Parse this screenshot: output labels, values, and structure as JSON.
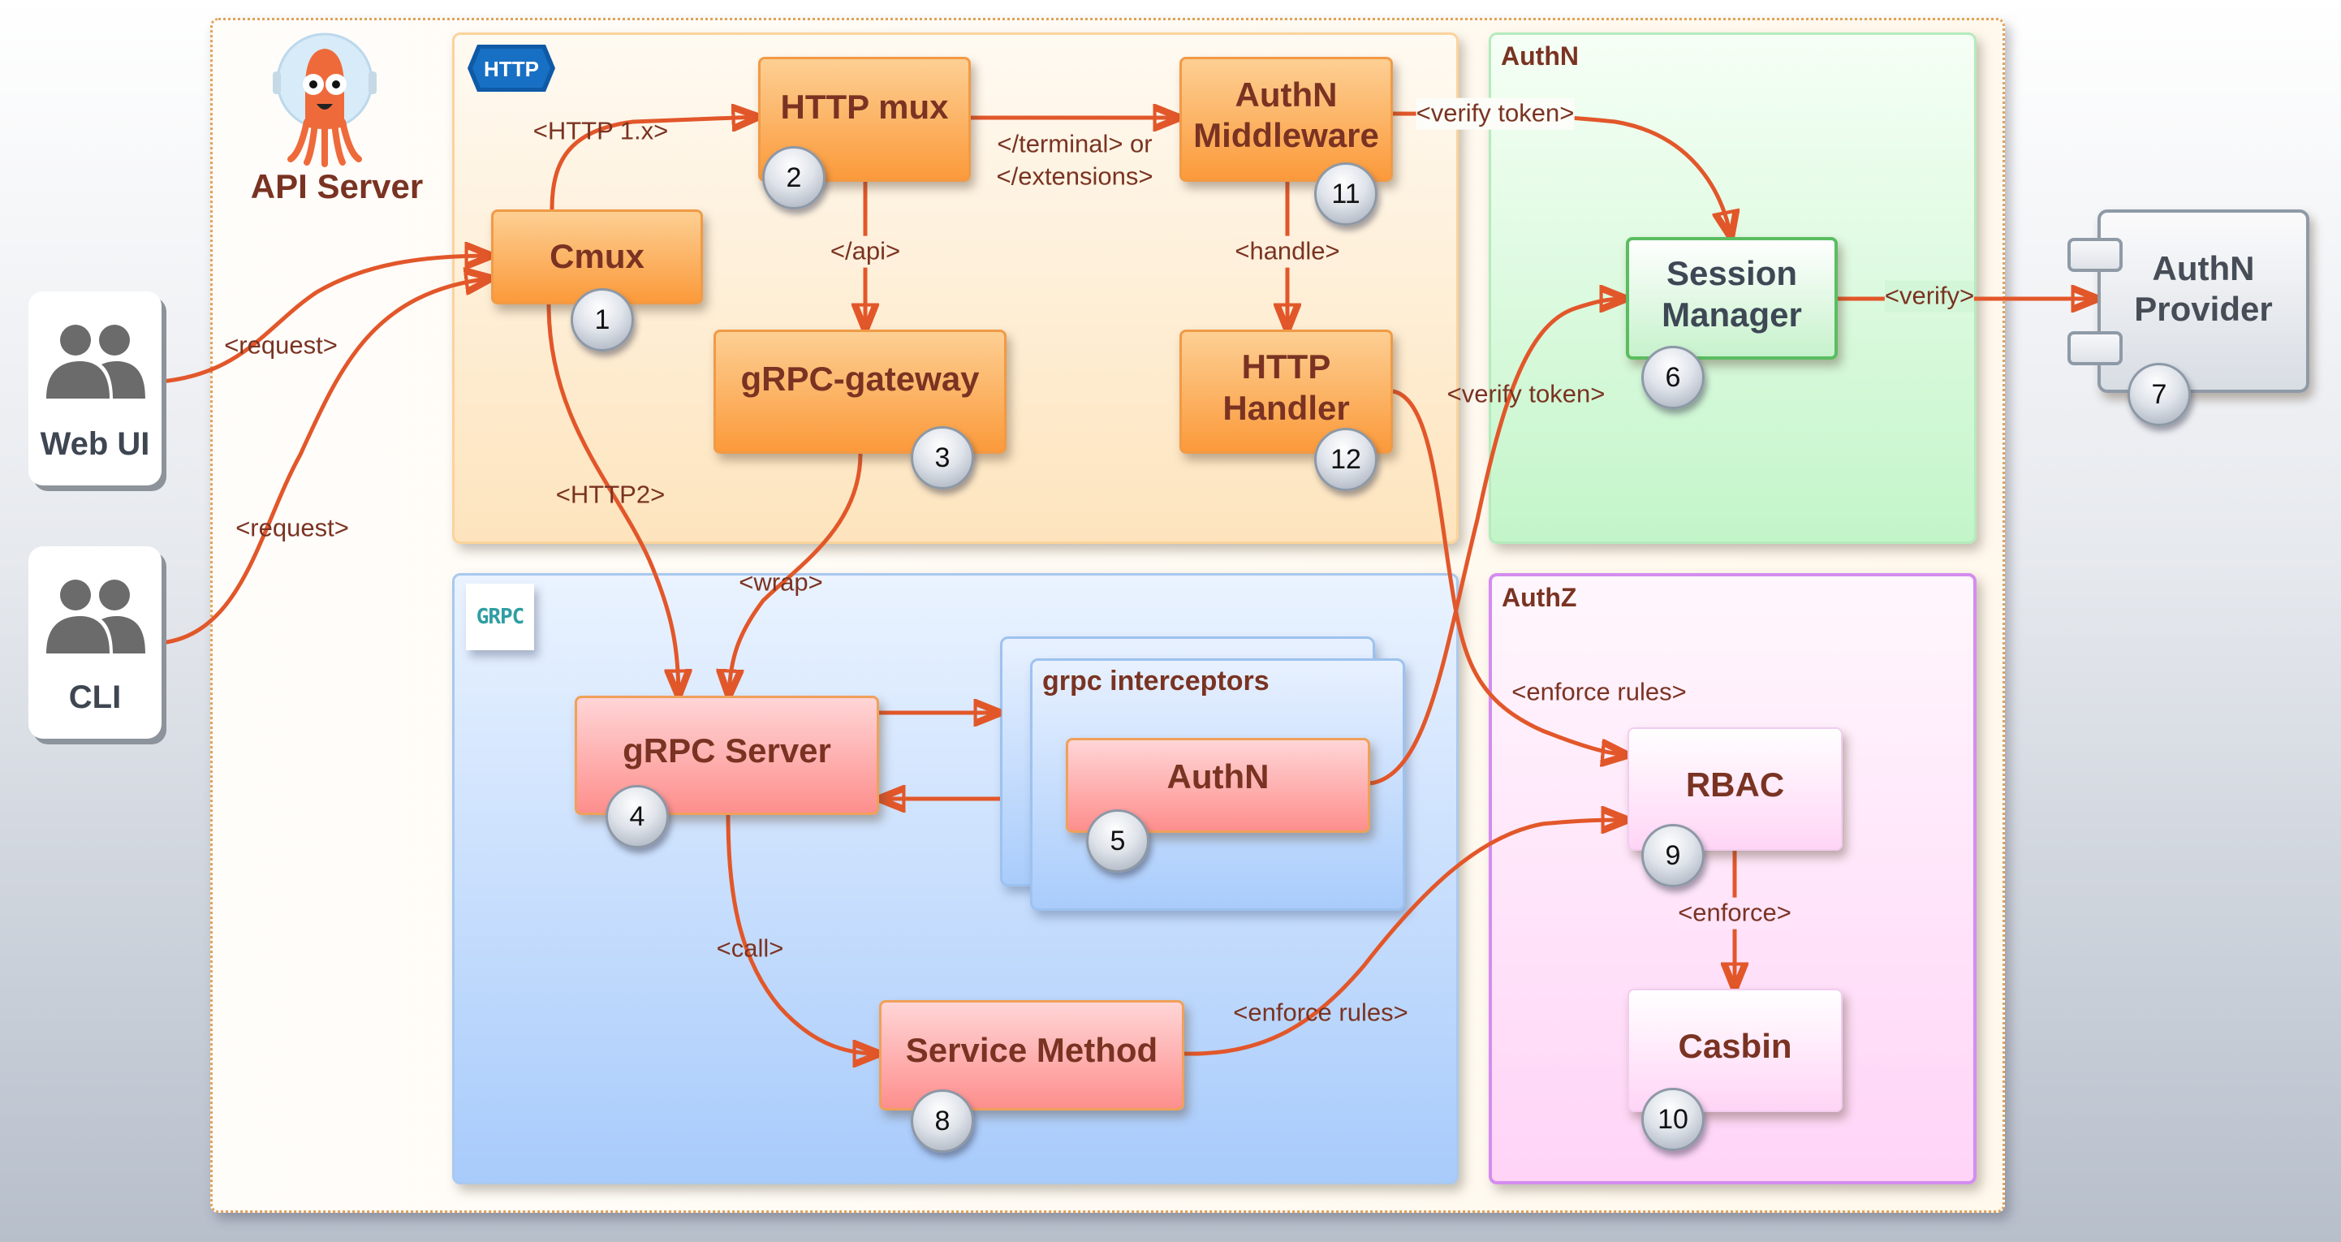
{
  "diagram": {
    "container_title": "API Server",
    "colors": {
      "arrow": "#e2572a",
      "label_text": "#7a3322",
      "http_panel": "#fde4bd",
      "grpc_panel": "#a8cbfb",
      "authn_panel": "#c3f5c9",
      "authz_panel": "#ffd4f7",
      "http_badge": "#0e5aa7",
      "grpc_logo": "#2e9ea2"
    },
    "panels": {
      "http": {
        "badge": "HTTP"
      },
      "grpc": {
        "logo": "GRPC"
      },
      "authn": {
        "title": "AuthN"
      },
      "authz": {
        "title": "AuthZ"
      }
    },
    "clients": [
      {
        "label": "Web UI",
        "icon": "users-icon"
      },
      {
        "label": "CLI",
        "icon": "users-icon"
      }
    ],
    "nodes": {
      "cmux": {
        "label": "Cmux",
        "step": "1"
      },
      "http_mux": {
        "label": "HTTP mux",
        "step": "2"
      },
      "grpc_gateway": {
        "label": "gRPC-gateway",
        "step": "3"
      },
      "grpc_server": {
        "label": "gRPC Server",
        "step": "4"
      },
      "interceptor_authn": {
        "label": "AuthN",
        "step": "5"
      },
      "session_manager": {
        "label_line1": "Session",
        "label_line2": "Manager",
        "step": "6"
      },
      "authn_provider": {
        "label_line1": "AuthN",
        "label_line2": "Provider",
        "step": "7"
      },
      "service_method": {
        "label": "Service Method",
        "step": "8"
      },
      "rbac": {
        "label": "RBAC",
        "step": "9"
      },
      "casbin": {
        "label": "Casbin",
        "step": "10"
      },
      "authn_middleware": {
        "label_line1": "AuthN",
        "label_line2": "Middleware",
        "step": "11"
      },
      "http_handler": {
        "label_line1": "HTTP",
        "label_line2": "Handler",
        "step": "12"
      }
    },
    "interceptors_group": {
      "title": "grpc interceptors"
    },
    "edge_labels": {
      "webui_request": "<request>",
      "cli_request": "<request>",
      "http1": "<HTTP 1.x>",
      "http2": "<HTTP2>",
      "api": "</api>",
      "terminal_line1": "</terminal> or",
      "terminal_line2": "</extensions>",
      "handle": "<handle>",
      "verify_token_mw": "<verify token>",
      "verify_token_grpc": "<verify token>",
      "verify": "<verify>",
      "wrap": "<wrap>",
      "call": "<call>",
      "enforce_rules_handler": "<enforce rules>",
      "enforce_rules_method": "<enforce rules>",
      "enforce": "<enforce>"
    }
  }
}
